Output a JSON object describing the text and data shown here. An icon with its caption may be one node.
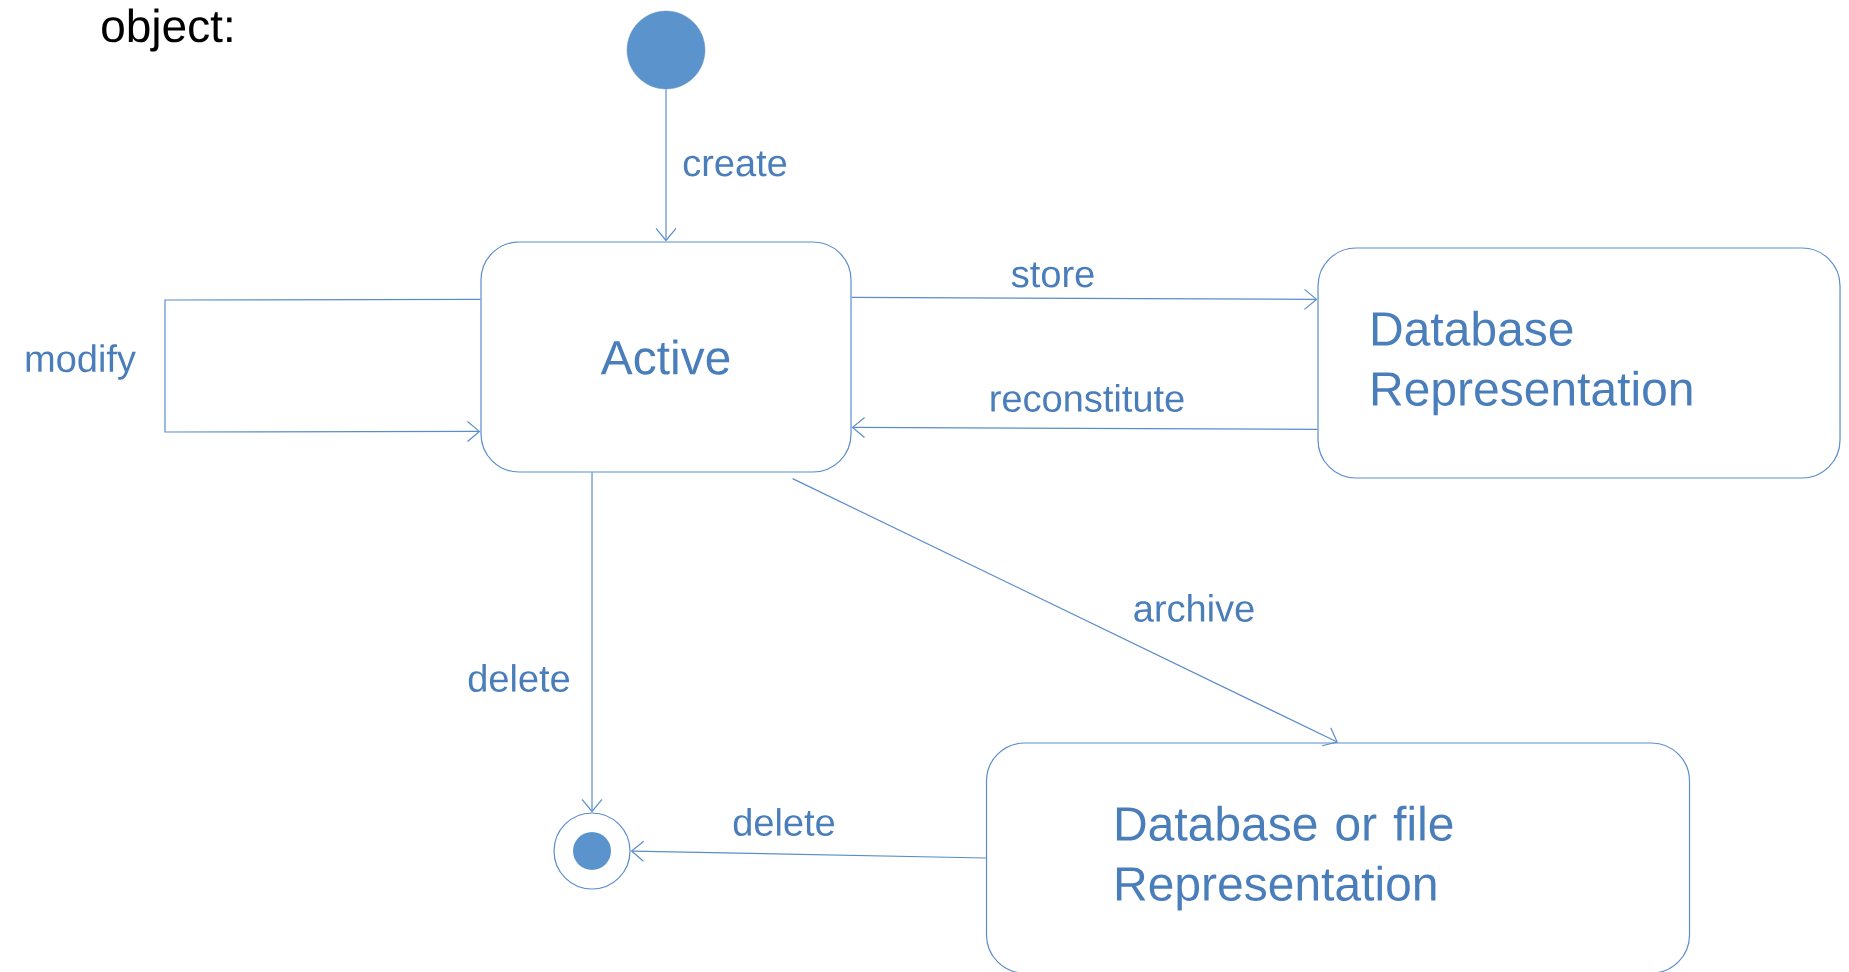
{
  "diagram": {
    "nodes": [
      {
        "text": [],
        "shape": "circle"
      },
      {
        "text": [
          "Active"
        ]
      },
      {
        "text": [
          "Database Representation"
        ]
      },
      {
        "text": [
          "Database or file Representation"
        ]
      },
      {
        "text": [],
        "shape": "circle"
      }
    ],
    "edges": [
      {
        "from": 0,
        "to": 1,
        "arrow": "to",
        "label": "create"
      },
      {
        "from": 1,
        "to": 1,
        "arrow": "to",
        "label": "modify"
      },
      {
        "from": 1,
        "to": 2,
        "arrow": "to",
        "label": "store"
      },
      {
        "from": 2,
        "to": 1,
        "arrow": "to",
        "label": "reconstitute"
      },
      {
        "from": 1,
        "to": 3,
        "arrow": "to",
        "label": "archive"
      },
      {
        "from": 1,
        "to": 4,
        "arrow": "to",
        "label": "delete"
      },
      {
        "from": 3,
        "to": 4,
        "arrow": "to",
        "label": "delete"
      }
    ],
    "labels": [
      "object:"
    ]
  }
}
